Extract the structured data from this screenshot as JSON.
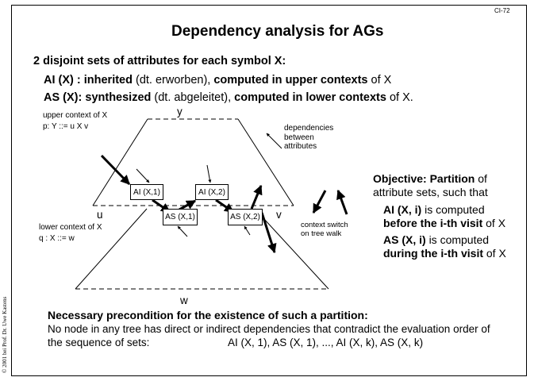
{
  "slide_id": "CI-72",
  "title": "Dependency analysis for AGs",
  "intro": "2 disjoint sets of attributes for each symbol X:",
  "ai_line": {
    "name": "AI (X) :",
    "kind": "inherited",
    "note": "(dt. erworben),",
    "where": "computed in upper contexts",
    "tail": "of X"
  },
  "as_line": {
    "name": "AS (X):",
    "kind": "synthesized",
    "note": "(dt. abgeleitet),",
    "where": "computed in lower contexts",
    "tail": "of X."
  },
  "diagram": {
    "upper_context": "upper context of X",
    "upper_prod": "p:  Y ::= u X v",
    "lower_context": "lower context of X",
    "lower_prod": "q : X ::= w",
    "y": "y",
    "u": "u",
    "v": "v",
    "w": "w",
    "dependencies": [
      "dependencies",
      "between",
      "attributes"
    ],
    "boxes": {
      "ai1": "AI (X,1)",
      "ai2": "AI (X,2)",
      "as1": "AS (X,1)",
      "as2": "AS (X,2)"
    },
    "context_switch": [
      "context switch",
      "on  tree walk"
    ]
  },
  "objective": {
    "line1_bold": "Objective: Partition",
    "line1_tail": "of",
    "line2": "attribute sets, such that",
    "ai_i": "AI (X, i)",
    "ai_i_tail": "is computed",
    "ai_before": "before the i-th visit",
    "ai_before_tail": "of X",
    "as_i": "AS (X, i)",
    "as_i_tail": "is computed",
    "as_during": "during the i-th visit",
    "as_during_tail": "of X"
  },
  "precondition": {
    "heading": "Necessary precondition for the existence of such a partition:",
    "line1": "No node in any tree has direct or indirect dependencies that contradict the evaluation  order of",
    "line2a": "the sequence of sets:",
    "line2b": "AI (X, 1), AS (X, 1), ..., AI (X, k), AS (X, k)"
  },
  "copyright": "© 2001 bei Prof. Dr. Uwe Kastens"
}
